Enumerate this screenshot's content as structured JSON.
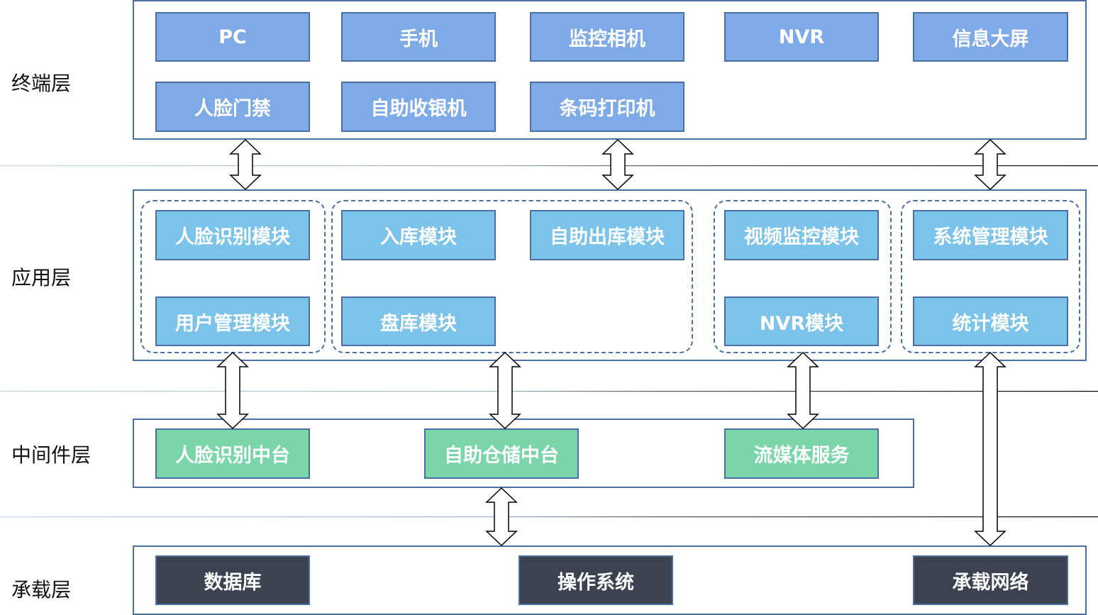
{
  "layers": {
    "terminal": {
      "label": "终端层",
      "items": [
        "PC",
        "手机",
        "监控相机",
        "NVR",
        "信息大屏",
        "人脸门禁",
        "自助收银机",
        "条码打印机"
      ]
    },
    "application": {
      "label": "应用层",
      "groups": [
        {
          "name": "face-user",
          "items": [
            "人脸识别模块",
            "用户管理模块"
          ]
        },
        {
          "name": "warehouse",
          "items": [
            "入库模块",
            "自助出库模块",
            "盘库模块"
          ]
        },
        {
          "name": "video",
          "items": [
            "视频监控模块",
            "NVR模块"
          ]
        },
        {
          "name": "system",
          "items": [
            "系统管理模块",
            "统计模块"
          ]
        }
      ]
    },
    "middleware": {
      "label": "中间件层",
      "items": [
        "人脸识别中台",
        "自助仓储中台",
        "流媒体服务"
      ]
    },
    "carrier": {
      "label": "承载层",
      "items": [
        "数据库",
        "操作系统",
        "承载网络"
      ]
    }
  },
  "colors": {
    "frame_border": "#4a6fa5",
    "terminal_fill": "#7faae8",
    "application_fill": "#7bc3ea",
    "middleware_fill": "#7ad5a8",
    "carrier_fill": "#3e4250",
    "box_text": "#ffffff"
  }
}
